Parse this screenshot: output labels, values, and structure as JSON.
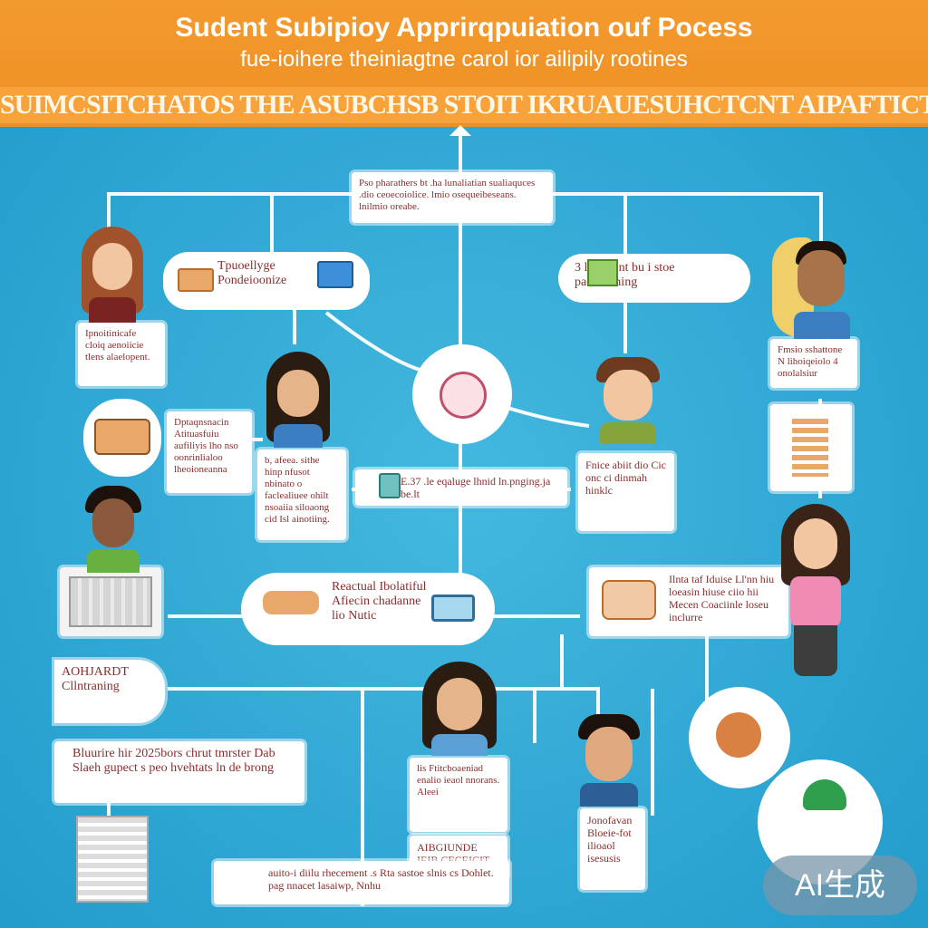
{
  "header": {
    "title": "Sudent Subipioy Apprirqpuiation ouf Pocess",
    "subtitle": "fue-ioihere theiniagtne carol ior ailipily rootines",
    "banner": "SUIMCSITCHATOS THE ASUBCHSB STOIT IKRUAUESUHCTCNT AIPAFTICTOS AEUBICTSE"
  },
  "boxes": {
    "top_center": "Pso pharathers bt .ha lunaliatian sualiaquces .dio ceoecoiolice. lmio osequeibeseans. lnilmio oreabe.",
    "top_left_pill": "Tpuoellyge Pondeioonize",
    "top_right_pill": "3  loeratent bu i stoe pacroconing",
    "left_note_1": "Ipnoitinicafe cloiq aenoiicie tlens alaelopent.",
    "left_note_2": "Dptaqnsnacin Atituasfuiu aufiliyis lho nso oonrinlialoo lheoioneanna",
    "center_note": "b, afeea. sithe hinp nfusot nbinato o faclealiuee ohilt nsoaiia siloaong cid Isl ainotiing.",
    "right_note_1": "Fmsio sshattone N lihoiqeiolo 4 onolalsiur",
    "right_note_2": "Fnice  abiit dio Cic  onc ci dinmah hinklc",
    "mid_bar": "E.37 .le eqaluge lhnid ln.pnging.ja be.lt",
    "center_pill": "Reactual Ibolatiful Afiecin chadanne lio Nutic",
    "left_mid": "AOHJARDT Cllntraning",
    "bottom_left": "Bluurire hir 2025bors chrut tmrster Dab Slaeh gupect s peo hvehtats ln de brong",
    "bottom_center_card": "lis Ftitcboaeniad enalio ieaol nnorans. Aleei",
    "bottom_right_card": "Jonofavan Bloeie-fot ilioaol isesusis",
    "bottom_center_2": "AIBGIUNDE IEIB CECEICIT",
    "bottom_bar": "auito-i diilu rhecement .s Rta sastoe slnis cs Dohlet. pag nnacet lasaiwp, Nnhu",
    "right_mid": "Ilnta taf Iduise Ll'nn hiu loeasin hiuse ciio hii Mecen Coaciinle loseu inclurre"
  },
  "badge": "AI生成",
  "colors": {
    "header": "#f39a2e",
    "background": "#2aa6d2",
    "box_text": "#8a2d2d",
    "line": "#ffffff"
  }
}
